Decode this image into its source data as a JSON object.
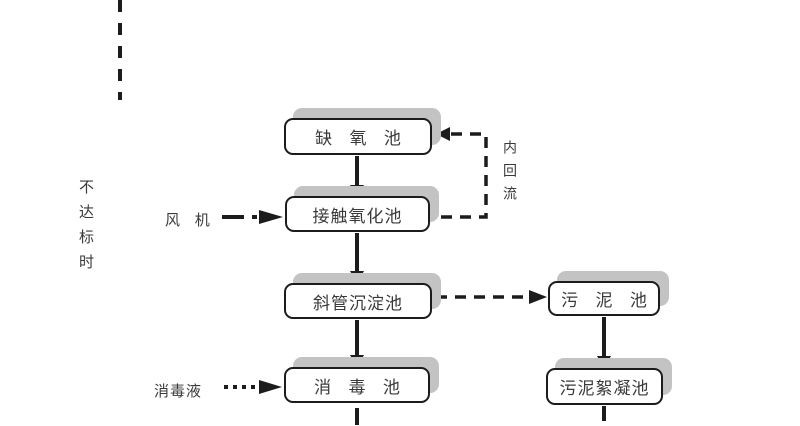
{
  "flowchart": {
    "nodes": [
      {
        "id": "anoxic-tank",
        "label": "缺 氧 池"
      },
      {
        "id": "contact-oxidation-tank",
        "label": "接触氧化池"
      },
      {
        "id": "inclined-tube-sedimentation-tank",
        "label": "斜管沉淀池"
      },
      {
        "id": "disinfection-tank",
        "label": "消 毒 池"
      },
      {
        "id": "sludge-tank",
        "label": "污 泥 池"
      },
      {
        "id": "sludge-flocculation-tank",
        "label": "污泥絮凝池"
      }
    ],
    "annotations": {
      "not_up_to_standard": "不达标时",
      "fan": "风 机",
      "disinfectant": "消毒液",
      "internal_reflux": "内回流"
    },
    "colors": {
      "background": "#ffffff",
      "line": "#1c1c1c",
      "box_border": "#1c1c1c",
      "box_fill": "#ffffff",
      "box_shadow": "#c3c3c3",
      "text": "#3a3a3a"
    }
  }
}
